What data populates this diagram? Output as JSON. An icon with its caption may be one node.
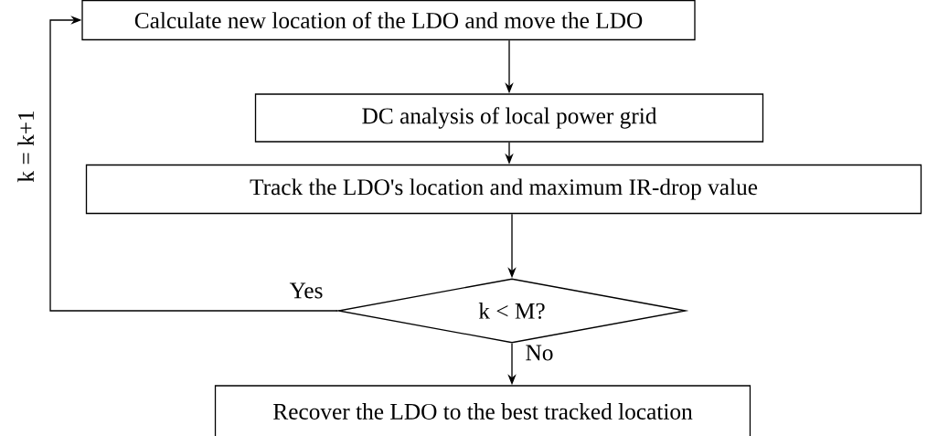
{
  "diagram": {
    "nodes": [
      {
        "text": [
          "Calculate new location of the LDO and move the LDO"
        ]
      },
      {
        "text": [
          "DC analysis of local power grid"
        ]
      },
      {
        "text": [
          "Track the LDO's location and maximum IR-drop value"
        ]
      },
      {
        "text": [
          "k < M?"
        ]
      },
      {
        "text": [
          "Recover the LDO to the best tracked location"
        ]
      }
    ],
    "edges": [
      {
        "from": 0,
        "to": 1,
        "arrow": "to"
      },
      {
        "from": 1,
        "to": 2,
        "arrow": "to"
      },
      {
        "from": 2,
        "to": 3,
        "arrow": "to"
      },
      {
        "from": 3,
        "to": 4,
        "arrow": "to",
        "label": "No"
      },
      {
        "from": 3,
        "to": 0,
        "arrow": "to",
        "label": "Yes"
      }
    ],
    "labels": [
      "k = k+1"
    ]
  }
}
